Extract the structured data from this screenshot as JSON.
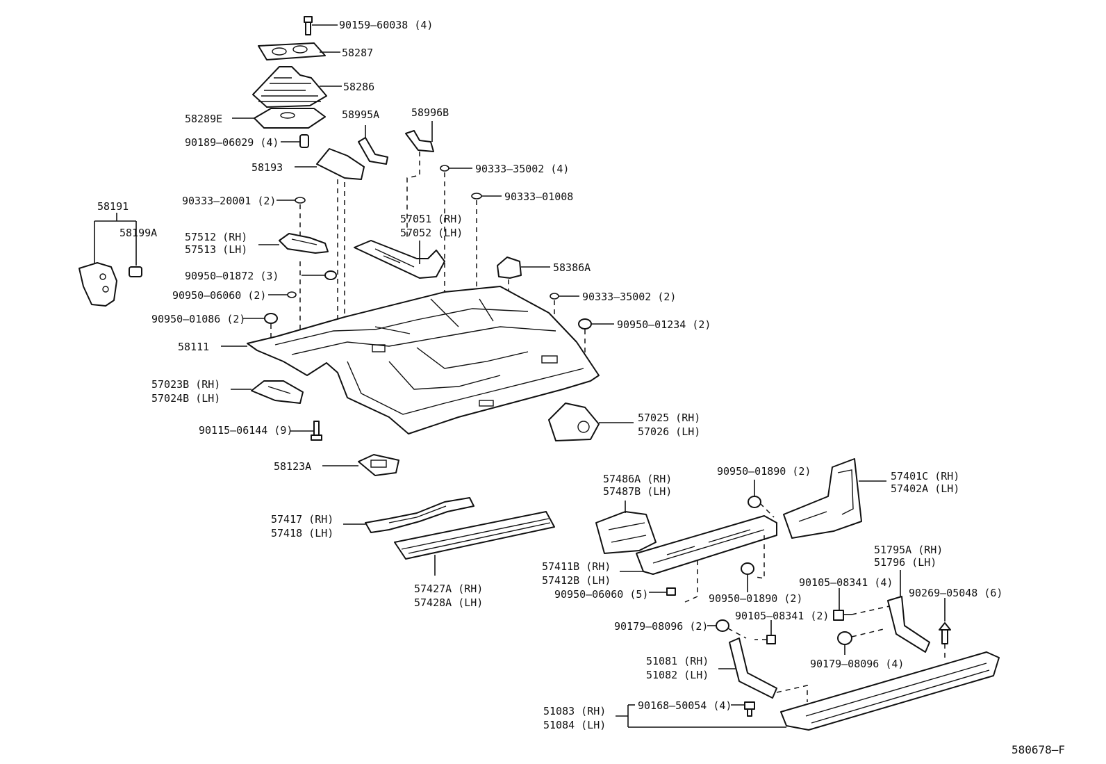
{
  "diagram_code": "580678–F",
  "callouts": {
    "c1": {
      "part": "90159–60038",
      "qty": "(4)"
    },
    "c2": {
      "part": "58287"
    },
    "c3": {
      "part": "58286"
    },
    "c4": {
      "part": "58289E"
    },
    "c5": {
      "part": "90189–06029",
      "qty": "(4)"
    },
    "c6": {
      "part": "58995A"
    },
    "c7": {
      "part": "58996B"
    },
    "c8": {
      "part": "58193"
    },
    "c9": {
      "part": "90333–35002",
      "qty": "(4)"
    },
    "c10": {
      "part": "90333–01008"
    },
    "c11": {
      "part": "90333–20001",
      "qty": "(2)"
    },
    "c12": {
      "part": "58191"
    },
    "c13": {
      "part": "58199A"
    },
    "c14": {
      "rh": "57051 (RH)",
      "lh": "57052 (LH)"
    },
    "c15": {
      "rh": "57512 (RH)",
      "lh": "57513 (LH)"
    },
    "c16": {
      "part": "58386A"
    },
    "c17": {
      "part": "90950–01872",
      "qty": "(3)"
    },
    "c18": {
      "part": "90950–06060",
      "qty": "(2)"
    },
    "c19": {
      "part": "90333–35002",
      "qty": "(2)"
    },
    "c20": {
      "part": "90950–01086",
      "qty": "(2)"
    },
    "c21": {
      "part": "90950–01234",
      "qty": "(2)"
    },
    "c22": {
      "part": "58111"
    },
    "c23": {
      "rh": "57023B (RH)",
      "lh": "57024B (LH)"
    },
    "c24": {
      "rh": "57025 (RH)",
      "lh": "57026 (LH)"
    },
    "c25": {
      "part": "90115–06144",
      "qty": "(9)"
    },
    "c26": {
      "part": "58123A"
    },
    "c27": {
      "rh": "57486A (RH)",
      "lh": "57487B (LH)"
    },
    "c28": {
      "part": "90950–01890",
      "qty": "(2)"
    },
    "c29": {
      "rh": "57401C (RH)",
      "lh": "57402A (LH)"
    },
    "c30": {
      "rh": "57417 (RH)",
      "lh": "57418 (LH)"
    },
    "c31": {
      "rh": "51795A (RH)",
      "lh": "51796   (LH)"
    },
    "c32": {
      "rh": "57411B (RH)",
      "lh": "57412B (LH)"
    },
    "c33": {
      "part": "90105–08341",
      "qty": "(4)"
    },
    "c34": {
      "rh": "57427A (RH)",
      "lh": "57428A (LH)"
    },
    "c35": {
      "part": "90269–05048",
      "qty": "(6)"
    },
    "c36": {
      "part": "90950–06060",
      "qty": "(5)"
    },
    "c37": {
      "part": "90950–01890",
      "qty": "(2)"
    },
    "c38": {
      "part": "90179–08096",
      "qty": "(2)"
    },
    "c39": {
      "part": "90105–08341",
      "qty": "(2)"
    },
    "c40": {
      "part": "90179–08096",
      "qty": "(4)"
    },
    "c41": {
      "rh": "51081 (RH)",
      "lh": "51082 (LH)"
    },
    "c42": {
      "part": "90168–50054",
      "qty": "(4)"
    },
    "c43": {
      "rh": "51083 (RH)",
      "lh": "51084 (LH)"
    }
  }
}
